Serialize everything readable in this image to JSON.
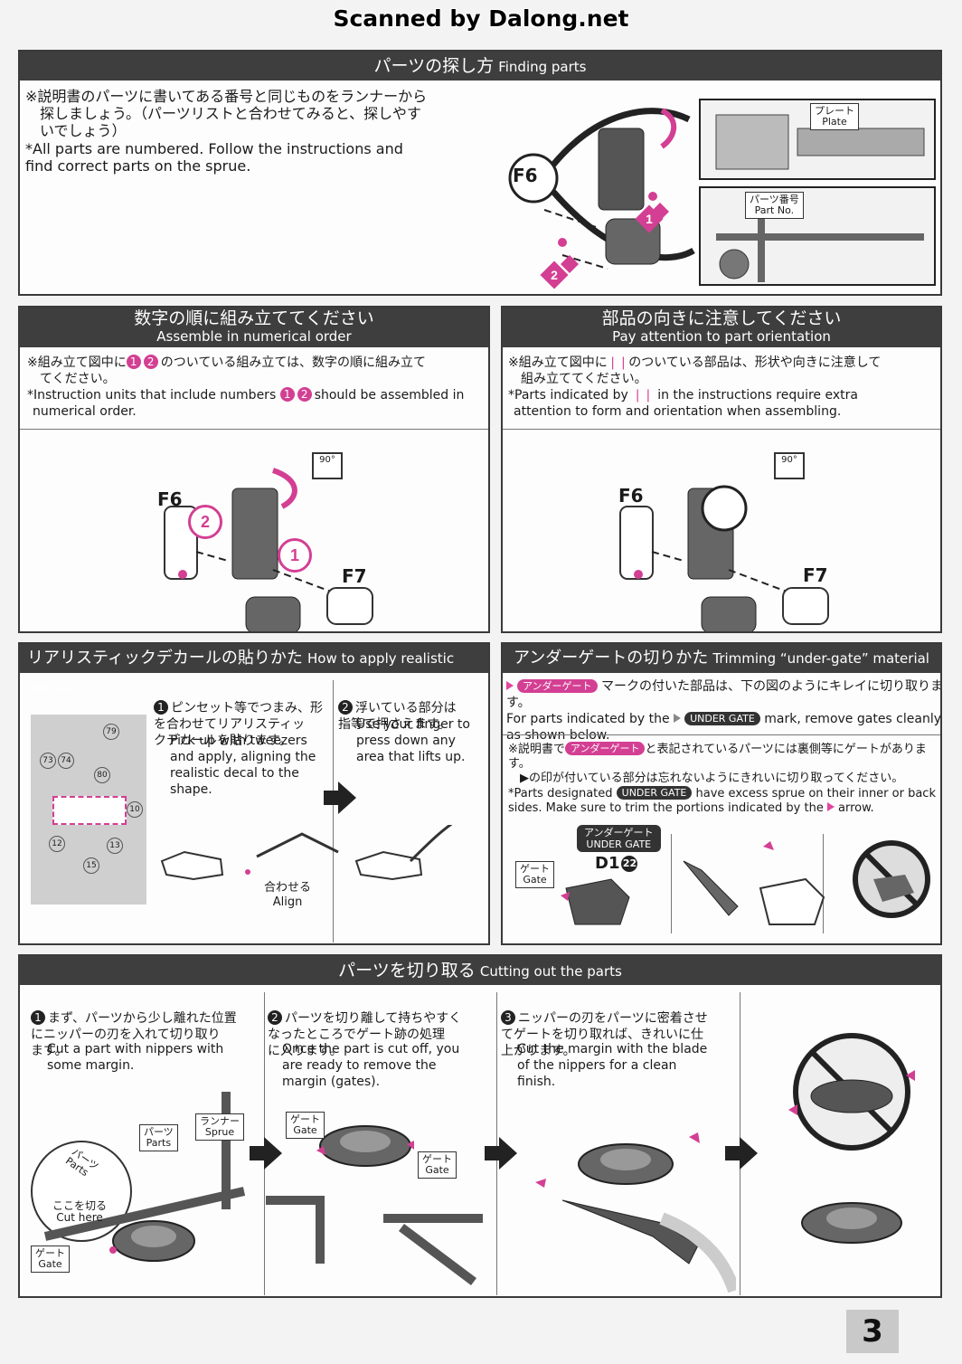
{
  "watermark": "Scanned by Dalong.net",
  "page_number": "3",
  "finding": {
    "title_jp": "パーツの探し方",
    "title_en": "Finding parts",
    "text_jp": "※説明書のパーツに書いてある番号と同じものをランナーから\n　探しましょう。（パーツリストと合わせてみると、探しやす\n　いでしょう）",
    "text_en": " *All parts are numbered. Follow the instructions and\n  find correct parts on the sprue.",
    "part_label": "F6",
    "plate_jp": "プレート",
    "plate_en": "Plate",
    "partno_jp": "パーツ番号",
    "partno_en": "Part No.",
    "step1": "1",
    "step2": "2"
  },
  "numerical": {
    "title_jp": "数字の順に組み立ててください",
    "title_en": "Assemble in numerical order",
    "text_jp_a": "※組み立て図中に",
    "text_jp_b": "のついている組み立ては、数字の順に組み立て",
    "text_jp_c": "てください。",
    "text_en_a": "*Instruction units that include numbers",
    "text_en_b": "should be assembled in",
    "text_en_c": "numerical order.",
    "n1": "1",
    "n2": "2",
    "f6": "F6",
    "f7": "F7",
    "deg": "90°"
  },
  "orientation": {
    "title_jp": "部品の向きに注意してください",
    "title_en": "Pay attention to part orientation",
    "text_jp_a": "※組み立て図中に",
    "text_jp_b": "のついている部品は、形状や向きに注意して",
    "text_jp_c": "組み立ててください。",
    "text_en_a": "*Parts indicated by",
    "text_en_b": "in the instructions require extra",
    "text_en_c": "attention to form and orientation when assembling.",
    "f6": "F6",
    "f7": "F7",
    "deg": "90°"
  },
  "decals": {
    "title_jp": "リアリスティックデカールの貼りかた",
    "title_en": "How to apply realistic decals",
    "step1_num": "1",
    "step1_jp": "ピンセット等でつまみ、形\nを合わせてリアリスティッ\nクデカールを貼ります。",
    "step1_en": "Pick up with tweezers\nand apply, aligning the\nrealistic decal to the\nshape.",
    "step2_num": "2",
    "step2_jp": "浮いている部分は\n指等で押さえます。",
    "step2_en": "Use your finger to\npress down any\narea that lifts up.",
    "align_jp": "合わせる",
    "align_en": "Align",
    "decal_numbers": [
      "79",
      "73",
      "74",
      "80",
      "10",
      "12",
      "13",
      "15"
    ]
  },
  "undergate": {
    "title_jp": "アンダーゲートの切りかた",
    "title_en": "Trimming “under-gate” material",
    "tag_jp": "アンダーゲート",
    "tag_en": "UNDER GATE",
    "line1_b": "マークの付いた部品は、下の図のようにキレイに切り取ります。",
    "line2_a": "For parts indicated by the",
    "line2_b": "mark, remove gates cleanly",
    "line2_c": "as shown below.",
    "note1_a": "※説明書で",
    "note1_b": "と表記されているパーツには裏側等にゲートがあります。",
    "note2": "　▶の印が付いている部分は忘れないようにきれいに切り取ってください。",
    "note3_a": "*Parts designated",
    "note3_b": "have excess sprue on their inner or back",
    "note4": " sides. Make sure to trim the portions indicated by the",
    "note4_b": "arrow.",
    "ug_label_jp": "アンダーゲート",
    "ug_label_en": "UNDER GATE",
    "part": "D1",
    "part_num": "22",
    "gate_jp": "ゲート",
    "gate_en": "Gate"
  },
  "cutting": {
    "title_jp": "パーツを切り取る",
    "title_en": "Cutting out the parts",
    "step1_num": "1",
    "step1_jp": "まず、パーツから少し離れた位置\nにニッパーの刃を入れて切り取り\nます。",
    "step1_en": "Cut a part with nippers with\nsome margin.",
    "step2_num": "2",
    "step2_jp": "パーツを切り離して持ちやすく\nなったところでゲート跡の処理\nに入ります。",
    "step2_en": "Once the part is cut off, you\nare ready to remove the\nmargin (gates).",
    "step3_num": "3",
    "step3_jp": "ニッパーの刃をパーツに密着させ\nてゲートを切り取れば、きれいに仕\n上がります。",
    "step3_en": "Cut the margin with the blade\nof the nippers for a clean\nfinish.",
    "parts_jp": "パーツ",
    "parts_en": "Parts",
    "runner_jp": "ランナー",
    "runner_en": "Sprue",
    "cut_jp": "ここを切る",
    "cut_en": "Cut here",
    "gate_jp": "ゲート",
    "gate_en": "Gate",
    "parts_curve_jp": "パーツ",
    "parts_curve_en": "Parts"
  }
}
